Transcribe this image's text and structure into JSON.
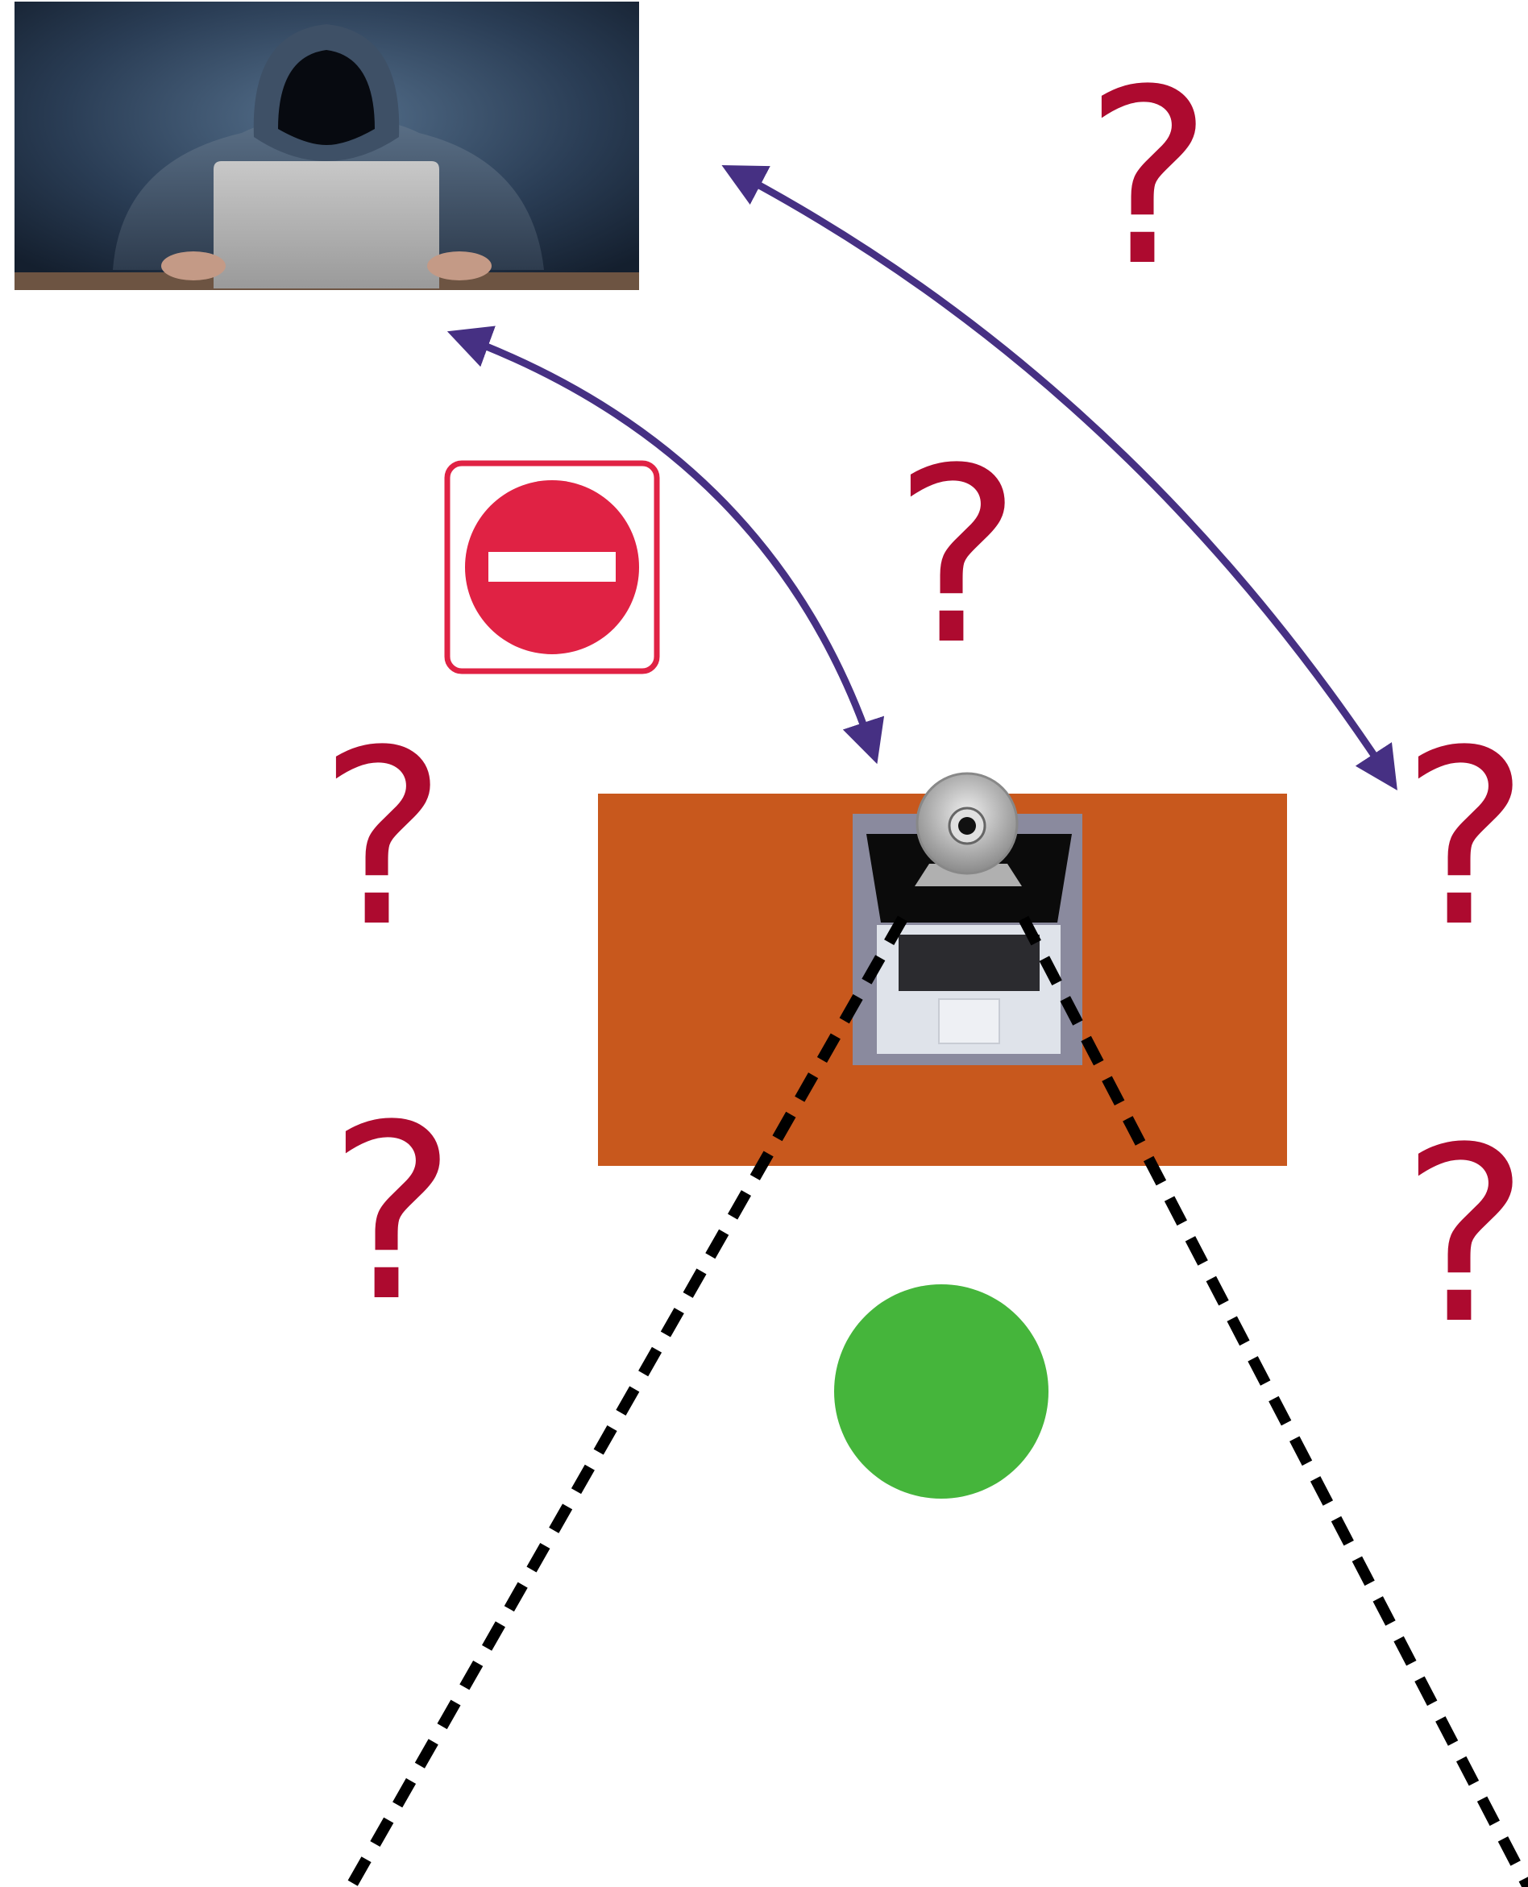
{
  "colors": {
    "background": "#ffffff",
    "question_mark": "#ad0a2f",
    "arrow": "#463083",
    "desk": "#c8581d",
    "stop_sign": "#e02244",
    "person_dot": "#45b53b",
    "camera_fov": "#000000"
  },
  "question_marks": [
    "?",
    "?",
    "?",
    "?",
    "?",
    "?"
  ],
  "icons": {
    "hacker_photo": "hooded-hacker-at-laptop",
    "stop_sign": "no-entry-sign",
    "webcam": "webcam-icon",
    "laptop": "laptop-top-view",
    "person": "person-dot"
  }
}
